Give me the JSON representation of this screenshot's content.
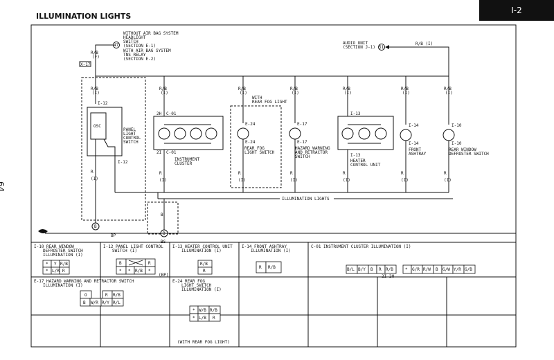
{
  "header": {
    "title": "ILLUMINATION LIGHTS",
    "page_code": "I-2",
    "page_number": "64"
  },
  "top": {
    "headlight_note": [
      "WITHOUT AIR BAG SYSTEM",
      "HEADLIGHT",
      "SWITCH",
      "(SECTION E-1)",
      "WITH AIR BAG SYSTEM",
      "TNS RELAY",
      "(SECTION E-2)"
    ],
    "src_wire": "R/B",
    "src_pin": "(F)",
    "src_conn": "47",
    "xconn": "X-17",
    "audio_note": [
      "AUDIO UNIT",
      "(SECTION J-1)"
    ],
    "audio_conn": "51",
    "audio_wire": "R/B (I)"
  },
  "branches": [
    {
      "wire": "R/B",
      "pin": "(I)"
    },
    {
      "wire": "R/B",
      "pin": "(I)"
    },
    {
      "wire": "R/B",
      "pin": "(I)"
    },
    {
      "wire": "R/B",
      "pin": "(I)"
    },
    {
      "wire": "R/B",
      "pin": "(I)"
    },
    {
      "wire": "R/B",
      "pin": "(I)"
    },
    {
      "wire": "R/B",
      "pin": "(I)"
    }
  ],
  "fog_note": [
    "WITH",
    "REAR FOG LIGHT"
  ],
  "components": {
    "panel": {
      "conn_top": "I-12",
      "osc": "OSC",
      "name": [
        "PANEL",
        "LIGHT",
        "CONTROL",
        "SWITCH"
      ],
      "conn_bot": "I-12"
    },
    "cluster": {
      "conn_top": "2H",
      "conn_top2": "C-01",
      "conn_bot": "2I",
      "conn_bot2": "C-01",
      "name": [
        "INSTRUMENT",
        "CLUSTER"
      ]
    },
    "fog": {
      "conn_top": "E-24",
      "conn_bot": "E-24",
      "name": [
        "REAR FOG",
        "LIGHT SWITCH"
      ]
    },
    "hazard": {
      "conn_top": "E-17",
      "conn_bot": "E-17",
      "name": [
        "HAZARD WARNING",
        "AND RETRACTOR",
        "SWITCH"
      ]
    },
    "heater": {
      "conn_top": "I-13",
      "conn_bot": "I-13",
      "name": [
        "HEATER",
        "CONTROL UNIT"
      ]
    },
    "ashtray": {
      "conn_top": "I-14",
      "conn_bot": "I-14",
      "name": [
        "FRONT",
        "ASHTRAY"
      ]
    },
    "defroster": {
      "conn_top": "I-10",
      "conn_bot": "I-10",
      "name": [
        "REAR WINDOW",
        "DEFROSTER SWITCH"
      ]
    }
  },
  "ground_wires": {
    "wire": "R",
    "pin": "(I)"
  },
  "illum_bus": "ILLUMINATION LIGHTS",
  "grounds": {
    "g1": "B",
    "g1_label": "BP",
    "g2": "B",
    "g2_label": "BS"
  },
  "connectors": [
    {
      "id": "I-10",
      "title": [
        "I-10 REAR WINDOW",
        "DEFROSTER SWITCH",
        "ILLUMINATION (I)"
      ],
      "cells": [
        "*",
        "Y",
        "R/B",
        "*",
        "L/R",
        "R"
      ]
    },
    {
      "id": "I-12",
      "title": [
        "I-12 PANEL LIGHT CONTROL",
        "SWITCH (I)"
      ],
      "cells": [
        "B",
        "R",
        "*",
        "R/B",
        "*"
      ],
      "note": "(BP)"
    },
    {
      "id": "I-13",
      "title": [
        "I-13 HEATER CONTROL UNIT",
        "ILLUMINATION (I)"
      ],
      "cells": [
        "R/B",
        "R"
      ]
    },
    {
      "id": "I-14",
      "title": [
        "I-14 FRONT ASHTRAY",
        "ILLUMINATION (I)"
      ],
      "cells": [
        "R",
        "R/B"
      ]
    },
    {
      "id": "C-01",
      "title": [
        "C-01 INSTRUMENT CLUSTER ILLUMINATION (I)"
      ],
      "cells": [
        "B/L",
        "B/Y",
        "B",
        "R",
        "R/B",
        "*",
        "G/R",
        "R/W",
        "B",
        "G/W",
        "Y/R",
        "G/B"
      ],
      "pins": "2I  2H"
    },
    {
      "id": "E-17",
      "title": [
        "E-17 HAZARD WARNING AND RETRACTOR SWITCH",
        "ILLUMINATION (I)"
      ],
      "cells": [
        "O",
        "R",
        "R/B",
        "B",
        "W/R",
        "R/Y",
        "R/L"
      ]
    },
    {
      "id": "E-24",
      "title": [
        "E-24 REAR FOG",
        "LIGHT SWITCH",
        "ILLUMINATION (I)"
      ],
      "cells": [
        "*",
        "W/B",
        "R/B",
        "*",
        "L/B",
        "R"
      ],
      "note": "(WITH REAR FOG LIGHT)"
    }
  ]
}
